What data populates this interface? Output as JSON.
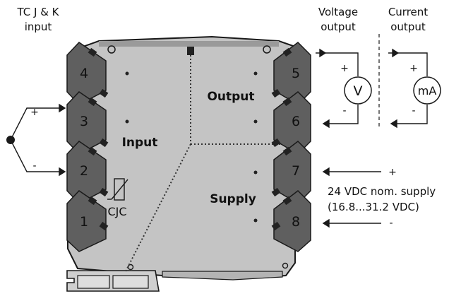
{
  "labels": {
    "tc_input_line1": "TC J & K",
    "tc_input_line2": "input",
    "voltage_output_line1": "Voltage",
    "voltage_output_line2": "output",
    "current_output_line1": "Current",
    "current_output_line2": "output",
    "input_section": "Input",
    "output_section": "Output",
    "supply_section": "Supply",
    "cjc": "CJC",
    "supply_line1": "24 VDC nom. supply",
    "supply_line2": "(16.8...31.2 VDC)",
    "meter_voltage": "V",
    "meter_current": "mA",
    "plus": "+",
    "minus": "-"
  },
  "terminals": [
    "1",
    "2",
    "3",
    "4",
    "5",
    "6",
    "7",
    "8"
  ],
  "colors": {
    "housing_fill": "#c4c4c4",
    "housing_stroke": "#1a1a1a",
    "terminal_fill": "#5f5f5f",
    "text": "#111111",
    "terminal_text": "#ffffff"
  }
}
